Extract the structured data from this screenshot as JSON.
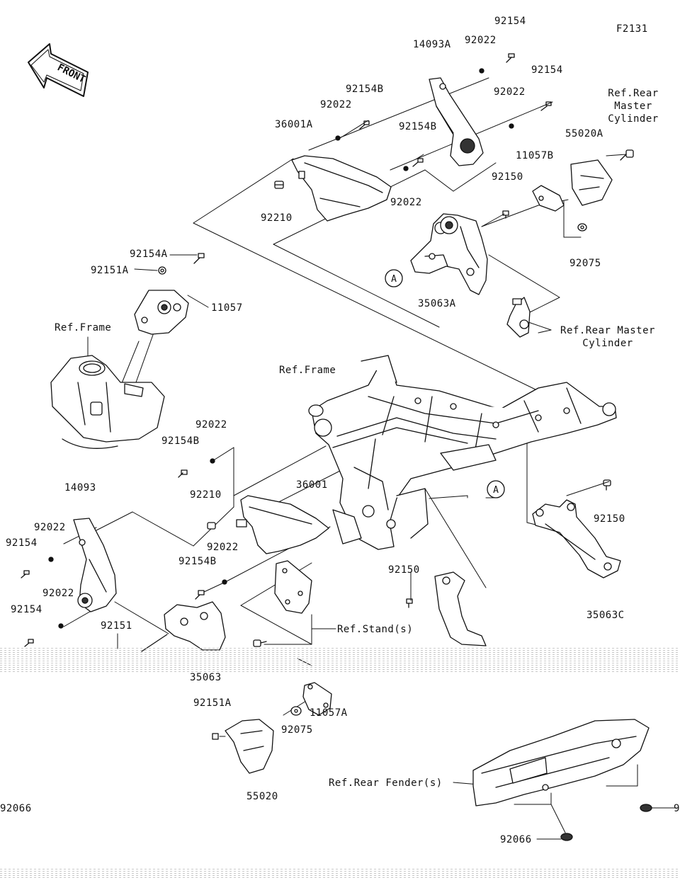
{
  "figure_code": "F2131",
  "front_badge": "FRONT",
  "ref_marker": "A",
  "labels": {
    "l92154_top": "92154",
    "l14093a": "14093A",
    "l92022_top": "92022",
    "l92154_r": "92154",
    "l92022_r": "92022",
    "l92154b_a": "92154B",
    "l92022_a": "92022",
    "l36001a": "36001A",
    "l92154b_b": "92154B",
    "l92022_b": "92022",
    "l92210_a": "92210",
    "ref_rear_master_1": "Ref.Rear\nMaster\nCylinder",
    "l55020a": "55020A",
    "l11057b": "11057B",
    "l92150_a": "92150",
    "l92075_a": "92075",
    "l35063a": "35063A",
    "ref_rear_master_2": "Ref.Rear Master\nCylinder",
    "l92154a": "92154A",
    "l92151a_a": "92151A",
    "l11057": "11057",
    "ref_frame_1": "Ref.Frame",
    "ref_frame_2": "Ref.Frame",
    "l92022_c": "92022",
    "l92154b_c": "92154B",
    "l92210_b": "92210",
    "l36001": "36001",
    "l14093": "14093",
    "l92022_d": "92022",
    "l92154_d": "92154",
    "l92022_e": "92022",
    "l92154b_e": "92154B",
    "l92022_f": "92022",
    "l92154_f": "92154",
    "l92151": "92151",
    "l92150_b": "92150",
    "l92150_c": "92150",
    "l35063c": "35063C",
    "ref_stands": "Ref.Stand(s)",
    "l35063": "35063",
    "l92151a_b": "92151A",
    "l92075_b": "92075",
    "l11057a": "11057A",
    "l55020": "55020",
    "ref_rear_fender": "Ref.Rear Fender(s)",
    "l92066_left": "92066",
    "l92066_bottom": "92066",
    "l92066_right": "9"
  }
}
